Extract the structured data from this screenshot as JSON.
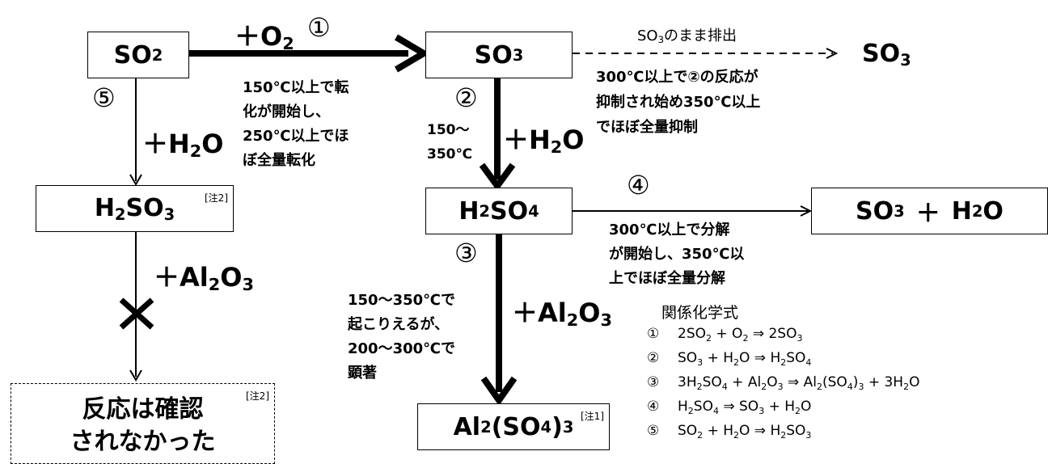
{
  "nodes": {
    "so2": {
      "main": "SO",
      "sub": "2"
    },
    "so3": {
      "main": "SO",
      "sub": "3"
    },
    "so3_out": {
      "main": "SO",
      "sub": "3"
    },
    "h2so3": {
      "a": "H",
      "s1": "2",
      "b": "SO",
      "s2": "3",
      "note": "[注2]"
    },
    "h2so4": {
      "a": "H",
      "s1": "2",
      "b": "SO",
      "s2": "4"
    },
    "al2so43": {
      "a": "Al",
      "s1": "2",
      "b": "(SO",
      "s2": "4",
      "c": ")",
      "s3": "3",
      "note": "[注1]"
    },
    "so3_h2o": {
      "a": "SO",
      "s1": "3",
      "plus": "＋",
      "b": "H",
      "s2": "2",
      "c": "O"
    },
    "no_reaction": {
      "line1": "反応は確認",
      "line2": "されなかった",
      "note": "[注2]"
    }
  },
  "labels": {
    "r1_reagent": {
      "pre": "＋O",
      "sub": "2"
    },
    "r1_num": "①",
    "r1_cond": [
      "150℃以上で転",
      "化が開始し、",
      "250℃以上でほ",
      "ぼ全量転化"
    ],
    "r2_num": "②",
    "r2_temp": [
      "150～",
      "350℃"
    ],
    "r2_reagent": {
      "pre": "＋H",
      "sub": "2",
      "post": "O"
    },
    "r2_inhibit": [
      "300℃以上で②の反応が",
      "抑制され始め350℃以上",
      "でほぼ全量抑制"
    ],
    "emit": {
      "pre": "SO",
      "sub": "3",
      "post": "のまま排出"
    },
    "r3_num": "③",
    "r3_reagent": {
      "pre": "＋Al",
      "sub1": "2",
      "mid": "O",
      "sub2": "3"
    },
    "r3_cond": [
      "150～350℃で",
      "起こりえるが、",
      "200～300℃で",
      "顕著"
    ],
    "r4_num": "④",
    "r4_cond": [
      "300℃以上で分解",
      "が開始し、350℃以",
      "上でほぼ全量分解"
    ],
    "r5_num": "⑤",
    "r5_reagent": {
      "pre": "＋H",
      "sub": "2",
      "post": "O"
    },
    "r5b_reagent": {
      "pre": "＋Al",
      "sub1": "2",
      "mid": "O",
      "sub2": "3"
    },
    "cross": "✕"
  },
  "equations": {
    "title": "関係化学式",
    "rows": [
      {
        "num": "①",
        "parts": [
          [
            "2SO",
            ""
          ],
          [
            "2",
            true
          ],
          [
            " + O",
            ""
          ],
          [
            "2",
            true
          ],
          [
            " ⇒  2SO",
            ""
          ],
          [
            "3",
            true
          ]
        ]
      },
      {
        "num": "②",
        "parts": [
          [
            "SO",
            ""
          ],
          [
            "3",
            true
          ],
          [
            " + H",
            ""
          ],
          [
            "2",
            true
          ],
          [
            "O ⇒ H",
            ""
          ],
          [
            "2",
            true
          ],
          [
            "SO",
            ""
          ],
          [
            "4",
            true
          ]
        ]
      },
      {
        "num": "③",
        "parts": [
          [
            "3H",
            ""
          ],
          [
            "2",
            true
          ],
          [
            "SO",
            ""
          ],
          [
            "4",
            true
          ],
          [
            " + Al",
            ""
          ],
          [
            "2",
            true
          ],
          [
            "O",
            ""
          ],
          [
            "3",
            true
          ],
          [
            " ⇒ Al",
            ""
          ],
          [
            "2",
            true
          ],
          [
            "(SO",
            ""
          ],
          [
            "4",
            true
          ],
          [
            ")",
            ""
          ],
          [
            "3",
            true
          ],
          [
            " + 3H",
            ""
          ],
          [
            "2",
            true
          ],
          [
            "O",
            ""
          ]
        ]
      },
      {
        "num": "④",
        "parts": [
          [
            "H",
            ""
          ],
          [
            "2",
            true
          ],
          [
            "SO",
            ""
          ],
          [
            "4",
            true
          ],
          [
            " ⇒ SO",
            ""
          ],
          [
            "3",
            true
          ],
          [
            " + H",
            ""
          ],
          [
            "2",
            true
          ],
          [
            "O",
            ""
          ]
        ]
      },
      {
        "num": "⑤",
        "parts": [
          [
            "SO",
            ""
          ],
          [
            "2",
            true
          ],
          [
            " + H",
            ""
          ],
          [
            "2",
            true
          ],
          [
            "O ⇒ H",
            ""
          ],
          [
            "2",
            true
          ],
          [
            "SO",
            ""
          ],
          [
            "3",
            true
          ]
        ]
      }
    ]
  }
}
